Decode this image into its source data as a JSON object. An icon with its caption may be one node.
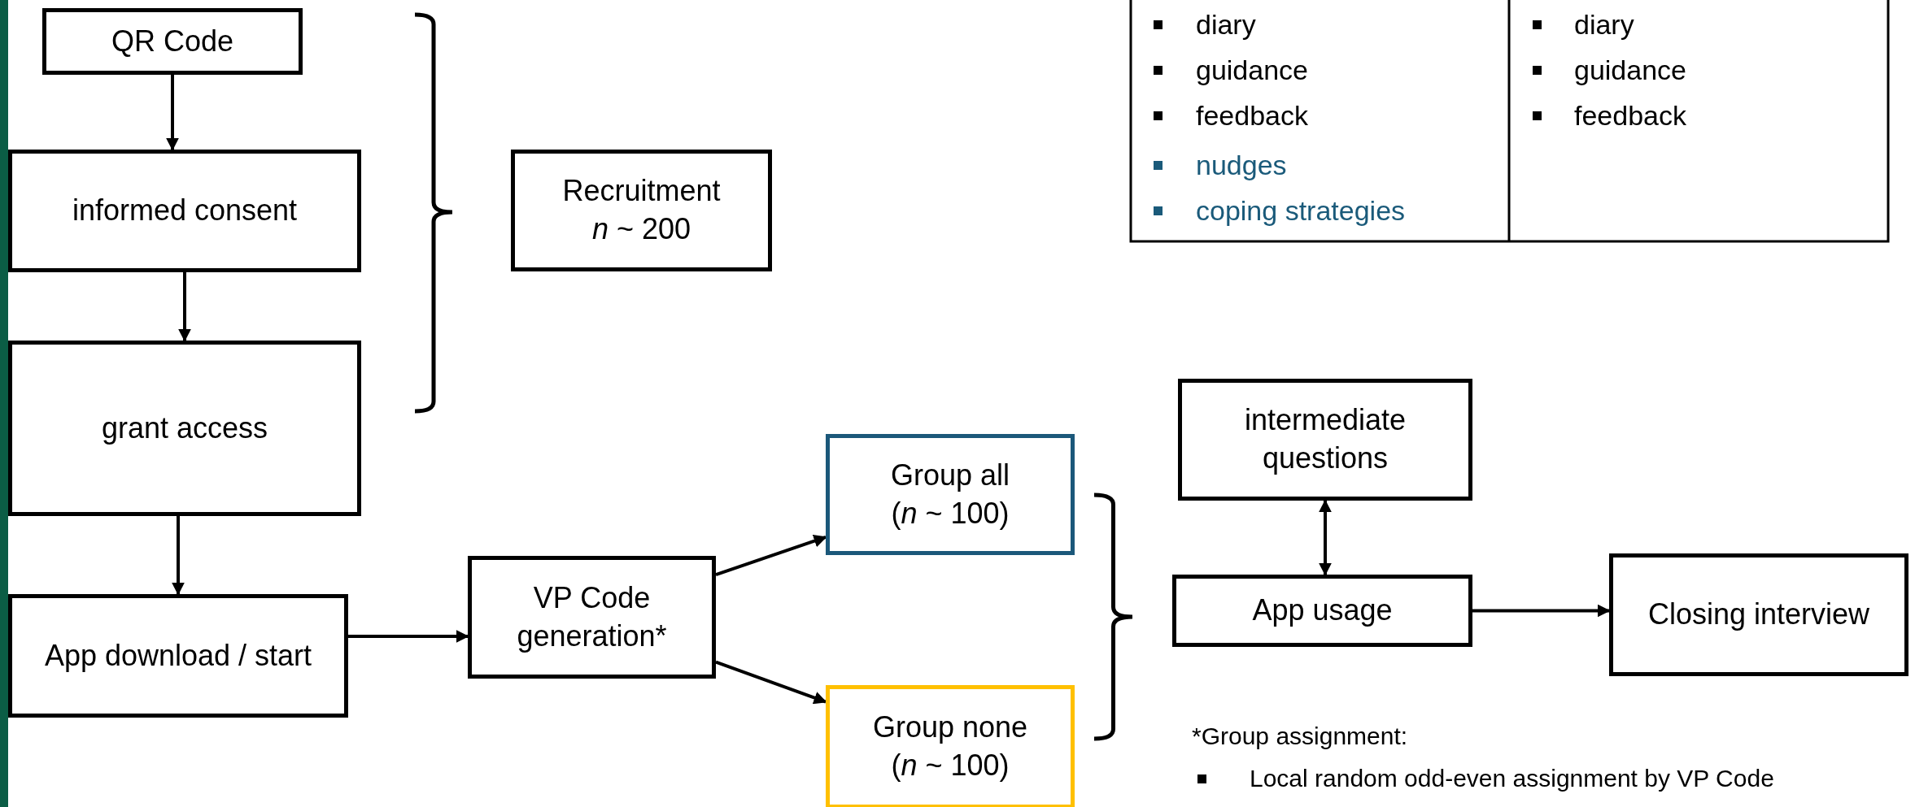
{
  "diagram": {
    "nodes": [
      {
        "text": [
          "QR Code"
        ]
      },
      {
        "text": [
          "informed consent"
        ]
      },
      {
        "text": [
          "grant access"
        ]
      },
      {
        "text": [
          "App download / start"
        ]
      },
      {
        "text": [
          "Recruitment",
          "*n* ~ 200"
        ]
      },
      {
        "text": [
          "VP Code generation*"
        ]
      },
      {
        "text": [
          "Group all",
          "(*n* ~ 100)"
        ]
      },
      {
        "text": [
          "Group none",
          "(*n* ~ 100)"
        ]
      },
      {
        "text": [
          "intermediate questions"
        ]
      },
      {
        "text": [
          "App usage"
        ]
      },
      {
        "text": [
          "Closing interview"
        ]
      }
    ],
    "edges": [
      {
        "from": 0,
        "to": 1,
        "arrow": "to"
      },
      {
        "from": 1,
        "to": 2,
        "arrow": "to"
      },
      {
        "from": 2,
        "to": 3,
        "arrow": "to"
      },
      {
        "from": 3,
        "to": 5,
        "arrow": "to"
      },
      {
        "from": 5,
        "to": 6,
        "arrow": "to"
      },
      {
        "from": 5,
        "to": 7,
        "arrow": "to"
      },
      {
        "from": 8,
        "to": 9,
        "arrow": "both"
      },
      {
        "from": 9,
        "to": 10,
        "arrow": "to"
      }
    ],
    "labels": [
      "diary",
      "guidance",
      "feedback",
      "nudges",
      "coping strategies",
      "diary",
      "guidance",
      "feedback",
      "*Group assignment:",
      "Local random odd-even assignment by VP Code"
    ]
  }
}
